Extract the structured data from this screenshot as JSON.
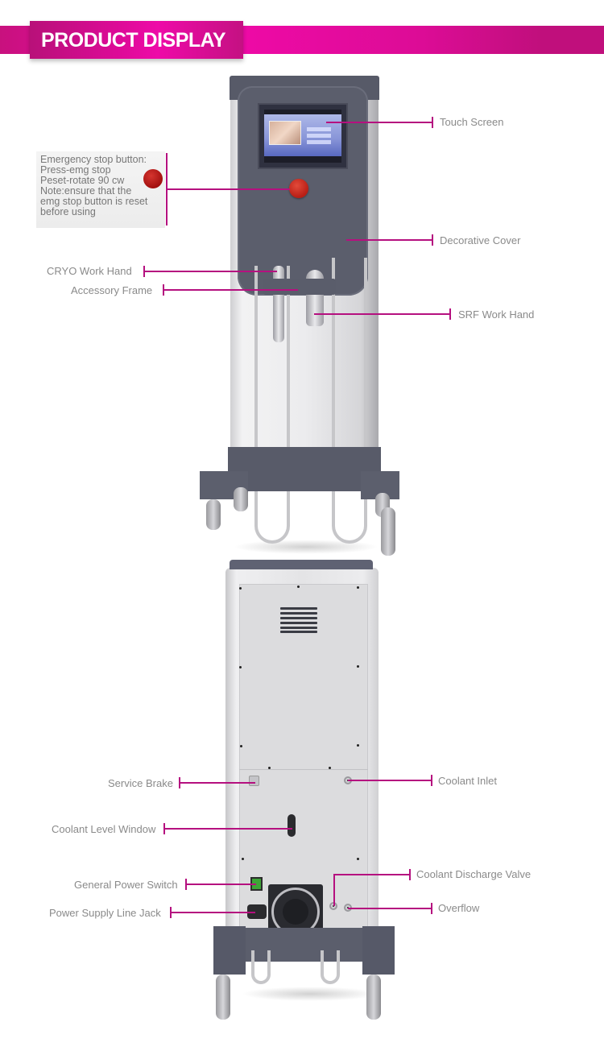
{
  "header": {
    "title": "PRODUCT DISPLAY",
    "accent_color": "#e80aa0"
  },
  "front_view": {
    "emergency_note": {
      "lines": [
        "Emergency stop button:",
        "Press-emg stop",
        "Peset-rotate 90 cw",
        "Note:ensure that the",
        "emg stop button is reset",
        "before using"
      ]
    },
    "callouts": {
      "touch_screen": "Touch Screen",
      "decorative_cover": "Decorative Cover",
      "cryo_work_hand": "CRYO Work Hand",
      "accessory_frame": "Accessory Frame",
      "srf_work_hand": "SRF Work Hand"
    }
  },
  "back_view": {
    "callouts": {
      "service_brake": "Service Brake",
      "coolant_inlet": "Coolant Inlet",
      "coolant_level_window": "Coolant Level Window",
      "coolant_discharge_valve": "Coolant Discharge Valve",
      "general_power_switch": "General Power Switch",
      "overflow": "Overflow",
      "power_supply_line_jack": "Power Supply Line Jack"
    }
  },
  "colors": {
    "callout_line": "#b5107f",
    "machine_body": "#5b5e6c",
    "emergency_button": "#c0201a",
    "power_switch": "#3ea437"
  }
}
